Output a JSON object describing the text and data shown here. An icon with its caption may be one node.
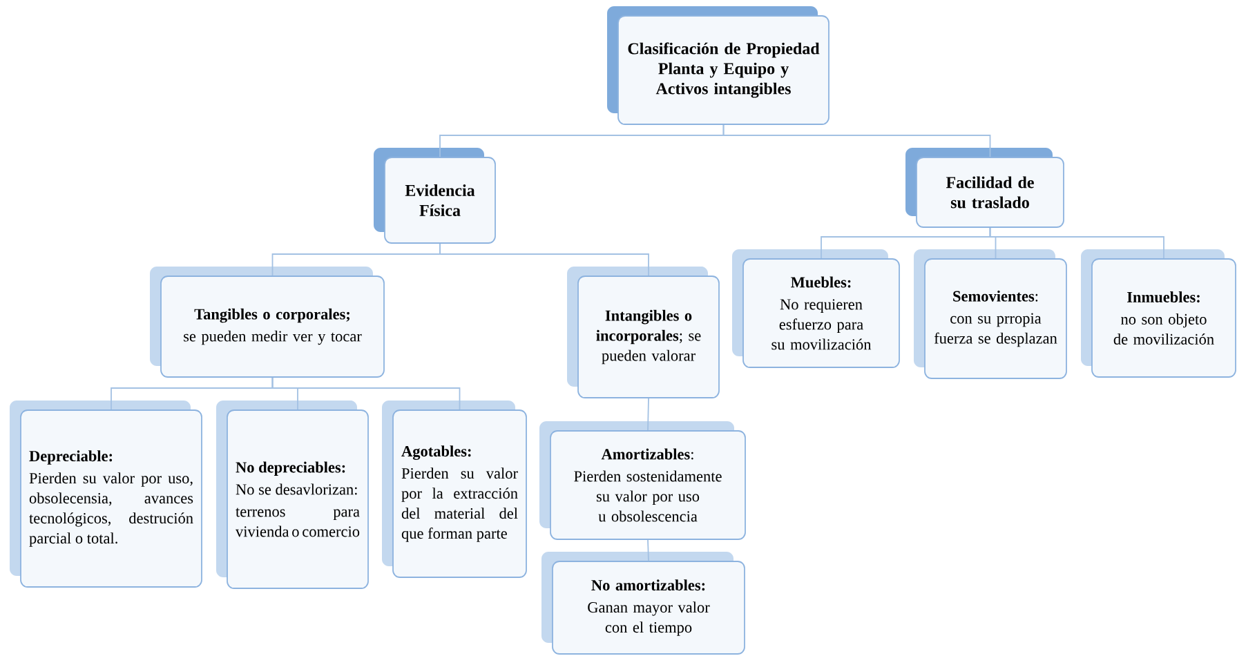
{
  "diagram": {
    "nodes": [
      {
        "text": [
          "Clasificación de Propiedad Planta y Equipo y Activos intangibles"
        ]
      },
      {
        "text": [
          "Evidencia Física"
        ]
      },
      {
        "text": [
          "Facilidad de su traslado"
        ]
      },
      {
        "text": [
          "Tangibles o corporales;",
          "se pueden medir ver y tocar"
        ]
      },
      {
        "text": [
          "**Intangibles o incorporales**; se pueden valorar"
        ]
      },
      {
        "text": [
          "Muebles:",
          "No requieren esfuerzo para su movilización"
        ]
      },
      {
        "text": [
          "**Semovientes**:",
          "con su prropia fuerza se desplazan"
        ]
      },
      {
        "text": [
          "Inmuebles:",
          "no son objeto de movilización"
        ]
      },
      {
        "text": [
          "Depreciable:",
          "Pierden su valor por uso, obsolecensia, avances tecnológicos, destrución parcial o total."
        ]
      },
      {
        "text": [
          "No depreciables:",
          "No se desavlorizan:",
          "terrenos para vivienda o comercio"
        ]
      },
      {
        "text": [
          "Agotables:",
          "Pierden su valor por la extracción del material del que forman parte"
        ]
      },
      {
        "text": [
          "**Amortizables**:",
          "Pierden sostenidamente su valor por uso u obsolescencia"
        ]
      },
      {
        "text": [
          "No amortizables:",
          "Ganan mayor valor con el tiempo"
        ]
      }
    ],
    "edges": [
      {
        "from": 0,
        "to": 1,
        "arrow": "none"
      },
      {
        "from": 0,
        "to": 2,
        "arrow": "none"
      },
      {
        "from": 1,
        "to": 3,
        "arrow": "none"
      },
      {
        "from": 1,
        "to": 4,
        "arrow": "none"
      },
      {
        "from": 2,
        "to": 5,
        "arrow": "none"
      },
      {
        "from": 2,
        "to": 6,
        "arrow": "none"
      },
      {
        "from": 2,
        "to": 7,
        "arrow": "none"
      },
      {
        "from": 3,
        "to": 8,
        "arrow": "none"
      },
      {
        "from": 3,
        "to": 9,
        "arrow": "none"
      },
      {
        "from": 3,
        "to": 10,
        "arrow": "none"
      },
      {
        "from": 4,
        "to": 11,
        "arrow": "none"
      },
      {
        "from": 11,
        "to": 12,
        "arrow": "none"
      }
    ]
  }
}
